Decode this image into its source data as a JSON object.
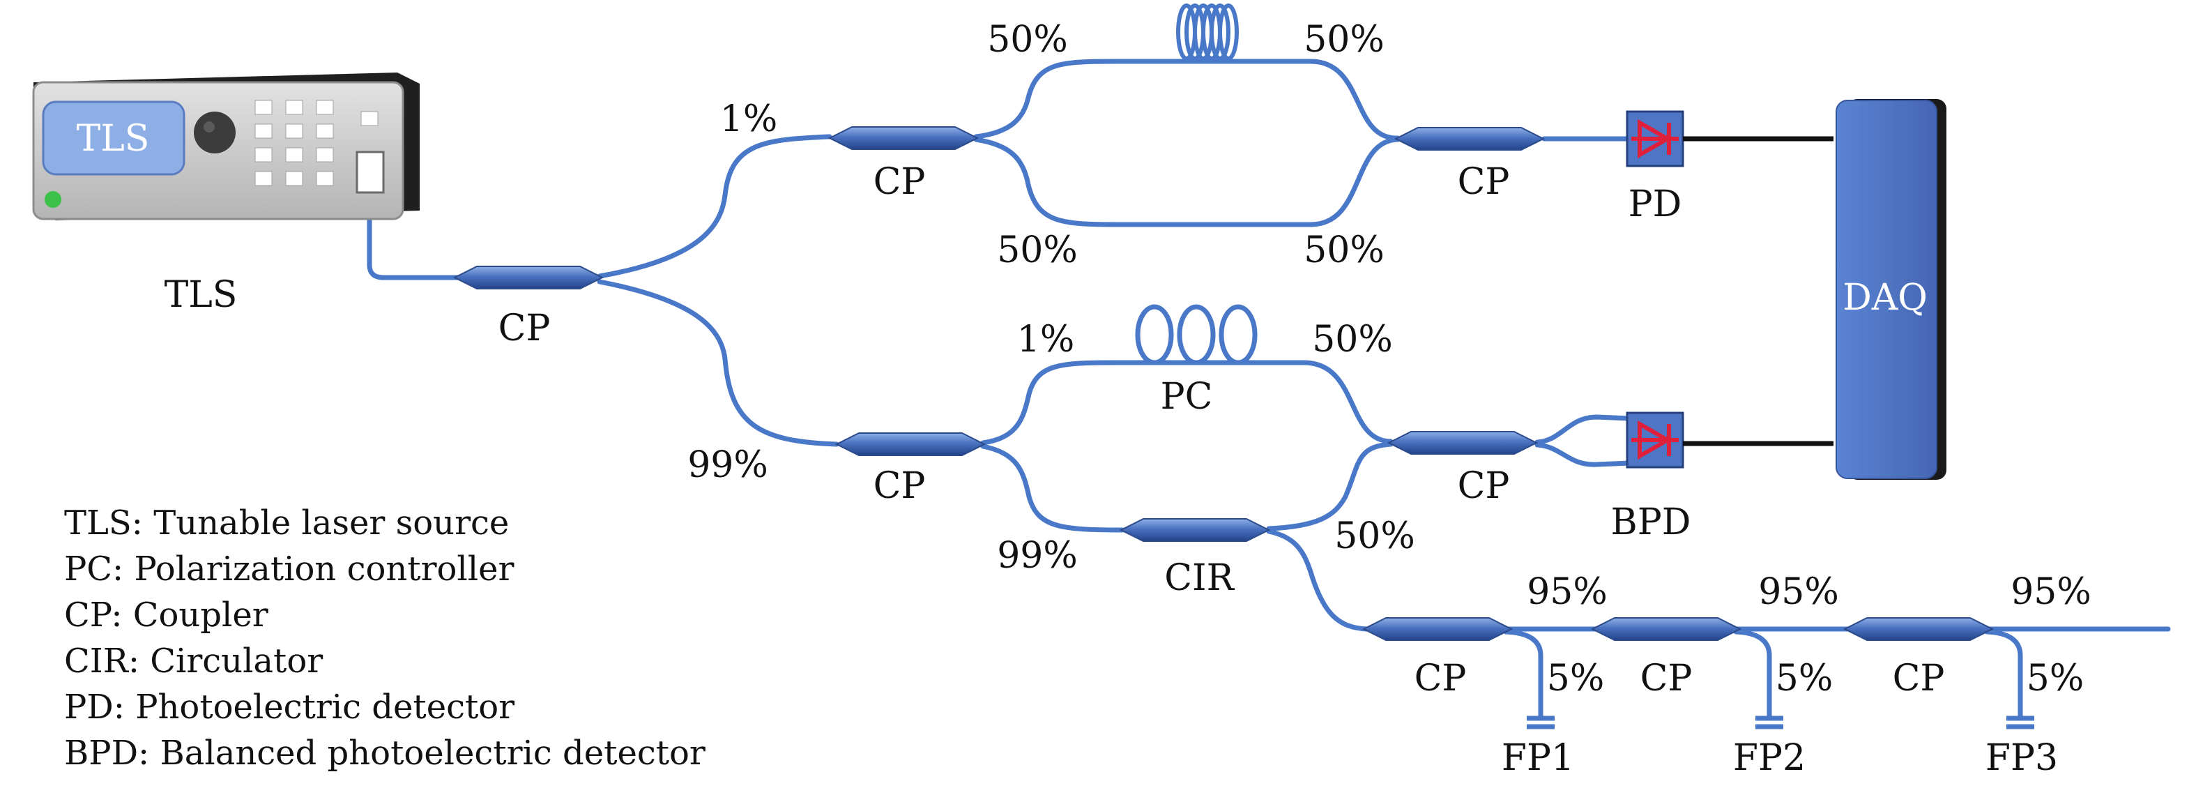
{
  "source": {
    "label": "TLS",
    "panel_label": "TLS"
  },
  "couplers": {
    "main": "CP",
    "mzi_in": "CP",
    "mzi_out": "CP",
    "aux_in": "CP",
    "aux_out": "CP",
    "fp1": "CP",
    "fp2": "CP",
    "fp3": "CP"
  },
  "ratios": {
    "main_upper": "1%",
    "main_lower": "99%",
    "mzi_in_top": "50%",
    "mzi_in_bottom": "50%",
    "mzi_out_top": "50%",
    "mzi_out_bottom": "50%",
    "aux_in_top": "1%",
    "aux_in_bottom": "99%",
    "aux_out_top": "50%",
    "aux_out_bottom": "50%",
    "fp1_through": "95%",
    "fp1_tap": "5%",
    "fp2_through": "95%",
    "fp2_tap": "5%",
    "fp3_through": "95%",
    "fp3_tap": "5%"
  },
  "components": {
    "pc": "PC",
    "cir": "CIR",
    "pd": "PD",
    "bpd": "BPD",
    "daq": "DAQ",
    "fp1": "FP1",
    "fp2": "FP2",
    "fp3": "FP3"
  },
  "legend": [
    "TLS: Tunable laser source",
    "PC: Polarization controller",
    "CP: Coupler",
    "CIR: Circulator",
    "PD: Photoelectric detector",
    "BPD: Balanced photoelectric detector"
  ],
  "colors": {
    "fiber": "#4a78c8",
    "device": "#4f76c4",
    "detector_diode": "#e0203a",
    "led": "#3cc24a"
  }
}
